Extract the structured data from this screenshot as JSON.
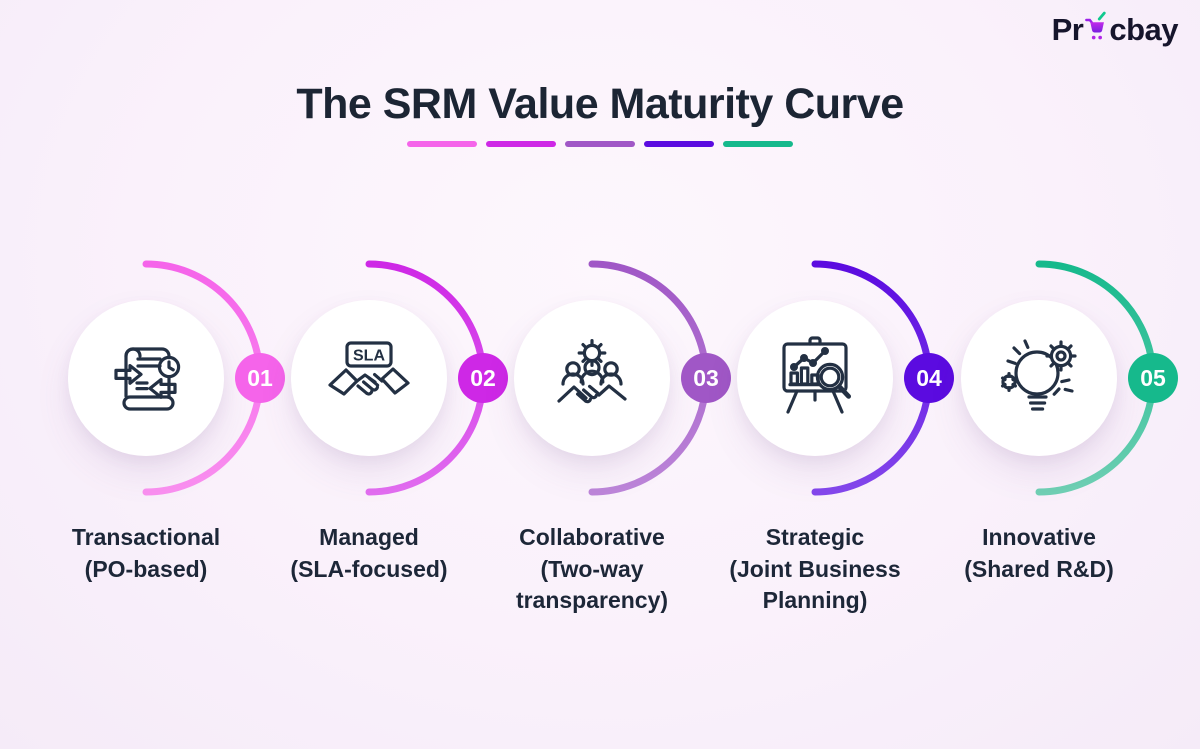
{
  "logo": {
    "text_pre": "Pr",
    "text_post": "cbay",
    "text_color": "#16152c",
    "cart_color": "#9b21e8",
    "accent_color": "#10c98e"
  },
  "header": {
    "title": "The SRM Value Maturity Curve",
    "title_color": "#1c2534"
  },
  "label_color": "#1d2738",
  "stages": [
    {
      "number": "01",
      "name": "Transactional",
      "detail": "(PO-based)",
      "color": "#f564ea",
      "color_light": "#fa90f0",
      "icon": "purchase-order-icon"
    },
    {
      "number": "02",
      "name": "Managed",
      "detail": "(SLA-focused)",
      "color": "#ce28e6",
      "color_light": "#e26df0",
      "icon": "sla-handshake-icon",
      "icon_text": "SLA"
    },
    {
      "number": "03",
      "name": "Collaborative",
      "detail": "(Two-way transparency)",
      "color": "#a057c6",
      "color_light": "#bd86d9",
      "icon": "team-collaboration-icon"
    },
    {
      "number": "04",
      "name": "Strategic",
      "detail": "(Joint Business Planning)",
      "color": "#5b0be0",
      "color_light": "#8447ec",
      "icon": "strategy-analysis-icon"
    },
    {
      "number": "05",
      "name": "Innovative",
      "detail": "(Shared R&D)",
      "color": "#16b98c",
      "color_light": "#6fd0b4",
      "icon": "innovation-icon"
    }
  ]
}
